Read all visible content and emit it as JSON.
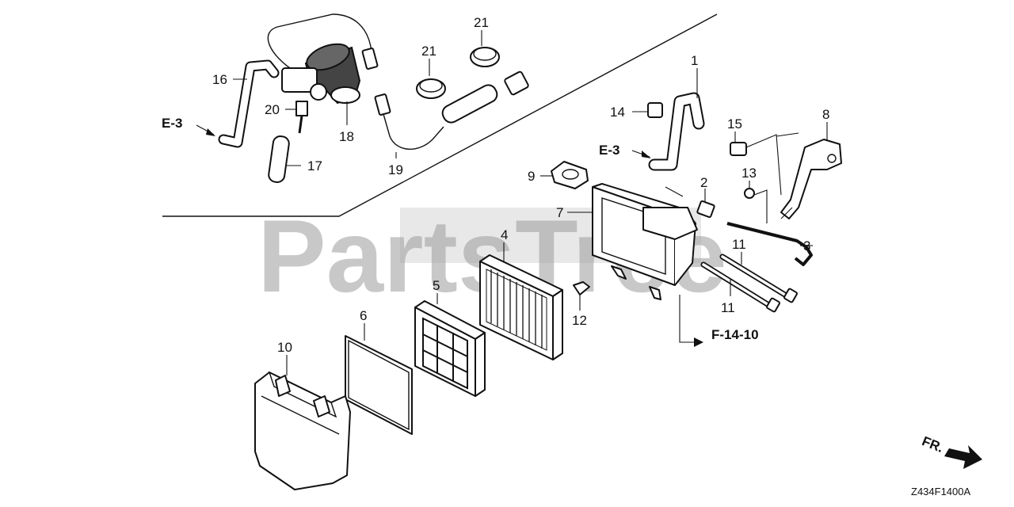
{
  "diagram": {
    "code": "Z434F1400A",
    "watermark": "PartsTree",
    "direction_label": "FR.",
    "refs": {
      "e3_left": "E-3",
      "e3_right": "E-3",
      "f14": "F-14-10"
    },
    "callouts": {
      "c1": "1",
      "c2": "2",
      "c3": "3",
      "c4": "4",
      "c5": "5",
      "c6": "6",
      "c7": "7",
      "c8": "8",
      "c9": "9",
      "c10": "10",
      "c11a": "11",
      "c11b": "11",
      "c12": "12",
      "c13": "13",
      "c14": "14",
      "c15": "15",
      "c16": "16",
      "c17": "17",
      "c18": "18",
      "c19": "19",
      "c20": "20",
      "c21a": "21",
      "c21b": "21"
    },
    "colors": {
      "ink": "#111111",
      "watermark": "#9a9a9a"
    }
  }
}
